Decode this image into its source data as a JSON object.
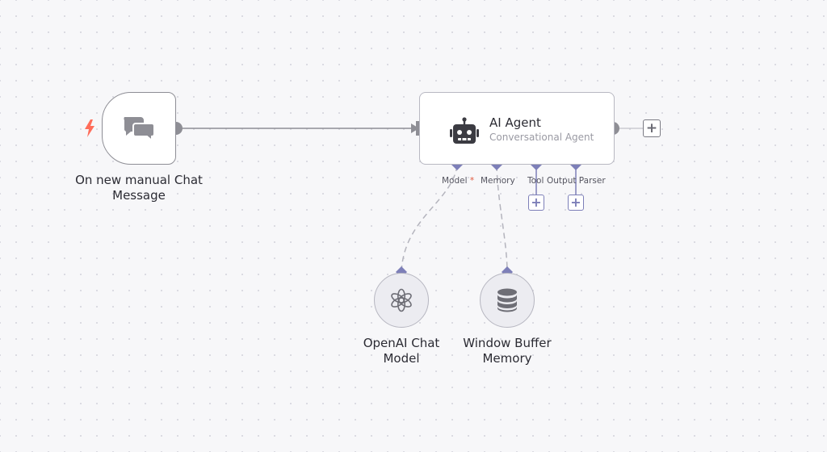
{
  "workflow": {
    "trigger": {
      "label": "On new manual Chat Message",
      "icon": "chat-bubbles-icon",
      "badge_icon": "lightning-bolt-icon",
      "badge_color": "#ff6d5a"
    },
    "agent": {
      "title": "AI Agent",
      "subtitle": "Conversational Agent",
      "icon": "robot-icon",
      "ports": {
        "model": "Model",
        "model_required": "*",
        "memory": "Memory",
        "tool": "Tool",
        "output_parser": "Output Parser"
      }
    },
    "sub_nodes": [
      {
        "label": "OpenAI Chat Model",
        "icon": "openai-icon"
      },
      {
        "label": "Window Buffer Memory",
        "icon": "database-icon"
      }
    ],
    "add_button_symbol": "+",
    "colors": {
      "connection": "#8e8e95",
      "sub_port": "#7d7fb8",
      "required_marker": "#e0573b"
    }
  }
}
